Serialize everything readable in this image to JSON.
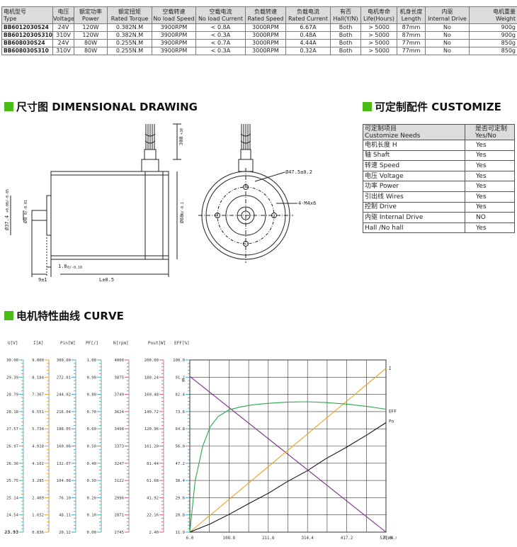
{
  "spec_table": {
    "headers": [
      {
        "zh": "电机型号",
        "en": "Type"
      },
      {
        "zh": "电压",
        "en": "Voltage"
      },
      {
        "zh": "额定功率",
        "en": "Power"
      },
      {
        "zh": "额定扭矩",
        "en": "Rated Torque"
      },
      {
        "zh": "空载转速",
        "en": "No load Speed"
      },
      {
        "zh": "空载电流",
        "en": "No load Current"
      },
      {
        "zh": "负载转速",
        "en": "Rated Speed"
      },
      {
        "zh": "负载电流",
        "en": "Rated Current"
      },
      {
        "zh": "有否",
        "en": "Hall(Y/N)"
      },
      {
        "zh": "电机寿命",
        "en": "Life(Hours)"
      },
      {
        "zh": "机身长度",
        "en": "Length"
      },
      {
        "zh": "内驱",
        "en": "Internal Drive"
      },
      {
        "zh": "电机重量",
        "en": "Weight"
      }
    ],
    "rows": [
      [
        "BB6012030S24",
        "24V",
        "120W",
        "0.382N.M",
        "3900RPM",
        "< 0.8A",
        "3000RPM",
        "6.67A",
        "Both",
        "> 5000",
        "87mm",
        "No",
        "900g"
      ],
      [
        "BB6012030S310",
        "310V",
        "120W",
        "0.382N.M",
        "3900RPM",
        "< 0.3A",
        "3000RPM",
        "0.48A",
        "Both",
        "> 5000",
        "87mm",
        "No",
        "900g"
      ],
      [
        "BB608030S24",
        "24V",
        "80W",
        "0.255N.M",
        "3900RPM",
        "< 0.7A",
        "3000RPM",
        "4.44A",
        "Both",
        "> 5000",
        "77mm",
        "No",
        "850g"
      ],
      [
        "BB608030S310",
        "310V",
        "80W",
        "0.255N.M",
        "3900RPM",
        "< 0.3A",
        "3000RPM",
        "0.32A",
        "Both",
        "> 5000",
        "77mm",
        "No",
        "850g"
      ]
    ]
  },
  "sections": {
    "dimensional": "尺寸图 DIMENSIONAL DRAWING",
    "customize": "可定制配件 CUSTOMIZE",
    "curve": "电机特性曲线 CURVE"
  },
  "drawing": {
    "lead_length": "300",
    "lead_tol": "+30",
    "diam_flange": "Ø37.4",
    "diam_flange_tol": "+0.00/-0.05",
    "diam_shaft": "Ø8",
    "diam_shaft_tol": "0/-0.01",
    "diam_body": "Ø60",
    "diam_body_tol": "0/-0.1",
    "pilot": "1.8",
    "pilot_tol": "0/-0.10",
    "shaft_len": "9±1",
    "body_len": "L±0.5",
    "pcd": "Ø47.5±0.2",
    "holes": "4-M4x6"
  },
  "customize": {
    "header": {
      "item_zh": "可定制项目",
      "item_en": "Customize Needs",
      "val_zh": "是否可定制",
      "val_en": "Yes/No"
    },
    "rows": [
      [
        "电机长度 H",
        "Yes"
      ],
      [
        "轴 Shaft",
        "Yes"
      ],
      [
        "转速 Speed",
        "Yes"
      ],
      [
        "电压 Voltage",
        "Yes"
      ],
      [
        "功率 Power",
        "Yes"
      ],
      [
        "引出线 Wires",
        "Yes"
      ],
      [
        "控制 Drive",
        "Yes"
      ],
      [
        "内驱 Internal Drive",
        "NO"
      ],
      [
        "Hall /No hall",
        "Yes"
      ]
    ]
  },
  "chart_data": {
    "type": "line",
    "x_ticks": [
      "6.0",
      "108.8",
      "211.6",
      "314.4",
      "417.2",
      "520.0"
    ],
    "x_unit": "T[mN.m]",
    "xlim": [
      6.0,
      520.0
    ],
    "axes": [
      {
        "label": "U[V]",
        "ticks": [
          "30.00",
          "29.39",
          "28.79",
          "28.18",
          "27.57",
          "26.97",
          "26.36",
          "25.75",
          "25.14",
          "24.54",
          "23.93"
        ],
        "color": "#2bb7c7"
      },
      {
        "label": "I[A]",
        "ticks": [
          "9.000",
          "8.184",
          "7.367",
          "6.551",
          "5.734",
          "4.918",
          "4.102",
          "3.285",
          "2.469",
          "1.652",
          "0.836"
        ],
        "color": "#f0a020"
      },
      {
        "label": "Pin[W]",
        "ticks": [
          "300.00",
          "272.01",
          "244.02",
          "216.04",
          "188.05",
          "160.06",
          "132.07",
          "104.08",
          "76.10",
          "48.11",
          "20.12"
        ],
        "color": "#33a0d0"
      },
      {
        "label": "PF[/]",
        "ticks": [
          "1.00",
          "0.90",
          "0.80",
          "0.70",
          "0.60",
          "0.50",
          "0.40",
          "0.30",
          "0.20",
          "0.10",
          "0.00"
        ],
        "color": "#3ab0b0"
      },
      {
        "label": "N[rpm]",
        "ticks": [
          "4000",
          "3875",
          "3749",
          "3624",
          "3498",
          "3373",
          "3247",
          "3122",
          "2996",
          "2871",
          "2745"
        ],
        "color": "#d84f9a"
      },
      {
        "label": "Pout[W]",
        "ticks": [
          "200.00",
          "180.24",
          "160.48",
          "140.72",
          "120.96",
          "101.20",
          "81.44",
          "61.68",
          "41.92",
          "22.16",
          "2.40"
        ],
        "color": "#e0507a"
      },
      {
        "label": "EFF[%]",
        "ticks": [
          "100.0",
          "91.2",
          "82.4",
          "73.6",
          "64.8",
          "56.0",
          "47.2",
          "38.4",
          "29.6",
          "20.8",
          "11.9"
        ],
        "color": "#3ab0d0"
      }
    ],
    "series": [
      {
        "name": "N",
        "color": "#7a2a8a",
        "axis": "N[rpm]",
        "x": [
          6,
          520
        ],
        "y": [
          3880,
          2745
        ]
      },
      {
        "name": "I",
        "color": "#f0a020",
        "axis": "I[A]",
        "x": [
          6,
          520
        ],
        "y": [
          0.836,
          8.6
        ]
      },
      {
        "name": "Po",
        "color": "#111111",
        "axis": "Pout[W]",
        "x": [
          6,
          60,
          110,
          160,
          211.6,
          260,
          314.4,
          360,
          417.2,
          470,
          520
        ],
        "y": [
          2.4,
          12,
          23,
          35,
          47,
          60,
          73,
          86,
          100,
          114,
          128
        ]
      },
      {
        "name": "EFF",
        "color": "#2aa84a",
        "axis": "EFF[%]",
        "x": [
          6,
          20,
          40,
          60,
          80,
          108.8,
          140,
          170,
          211.6,
          260,
          314.4,
          360,
          417.2,
          470,
          520
        ],
        "y": [
          11.9,
          38,
          56,
          66,
          71,
          74.5,
          76,
          77,
          77.8,
          78.4,
          78.6,
          78.2,
          77.4,
          76.2,
          74.8
        ]
      }
    ],
    "series_labels": [
      "N",
      "I",
      "Po",
      "EFF"
    ]
  },
  "colors": {
    "accent": "#4cbb17",
    "header_bg": "#dcdcdc"
  }
}
